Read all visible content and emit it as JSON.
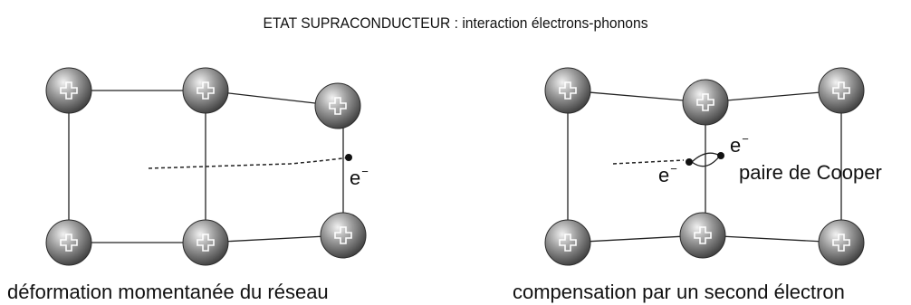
{
  "title": "ETAT SUPRACONDUCTEUR : interaction électrons-phonons",
  "left_panel": {
    "electron_label": "e",
    "electron_charge": "−",
    "caption": "déformation momentanée du réseau"
  },
  "right_panel": {
    "electron1_label": "e",
    "electron1_charge": "−",
    "electron2_label": "e",
    "electron2_charge": "−",
    "pair_label": "paire de Cooper",
    "caption": "compensation par un second électron"
  },
  "colors": {
    "ion_highlight": "#f2f2f2",
    "ion_mid": "#8f8f8f",
    "ion_dark": "#3c3c3c",
    "line": "#222222"
  }
}
